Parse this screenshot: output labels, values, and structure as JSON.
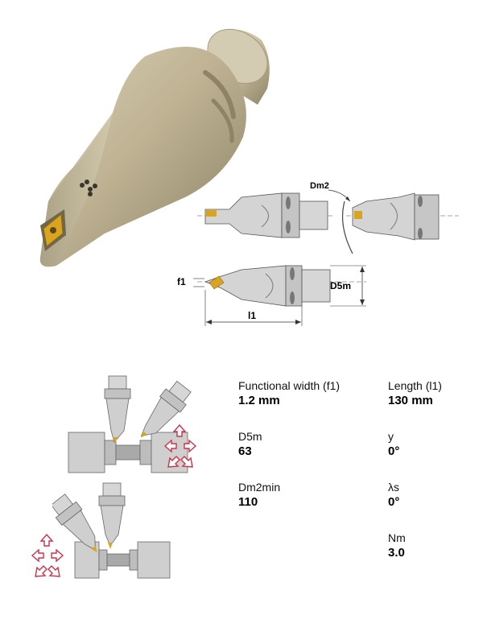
{
  "drawing": {
    "dm2_label": "Dm2",
    "f1_label": "f1",
    "d5m_label": "D5m",
    "l1_label": "l1"
  },
  "specs": [
    {
      "label": "Functional width (f1)",
      "value": "1.2 mm"
    },
    {
      "label": "Length (l1)",
      "value": "130 mm"
    },
    {
      "label": "D5m",
      "value": "63"
    },
    {
      "label": "y",
      "value": "0°"
    },
    {
      "label": "Dm2min",
      "value": "110"
    },
    {
      "label": "λs",
      "value": "0°"
    },
    {
      "label": "Nm",
      "value": "3.0"
    }
  ],
  "colors": {
    "body_metal": "#c2b79c",
    "body_shadow": "#9a8f75",
    "shank_metal": "#cfc8b4",
    "insert_gold": "#d9a520",
    "arrow_red": "#c8344a",
    "drawing_gray": "#c8c8c8",
    "line_dark": "#444444"
  }
}
